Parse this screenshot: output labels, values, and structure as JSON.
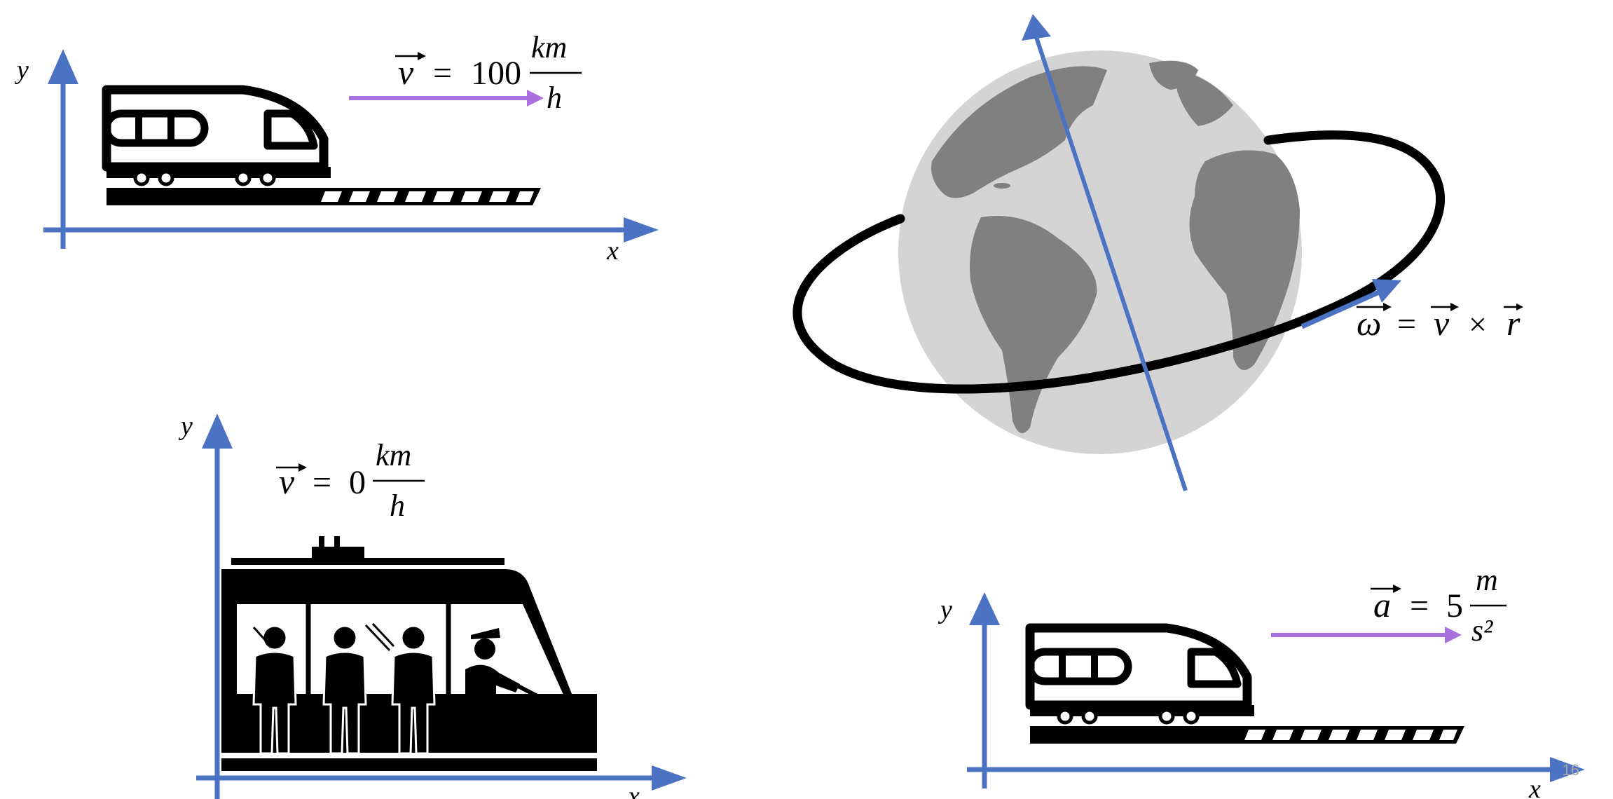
{
  "colors": {
    "axis": "#4c72c4",
    "vector_arrow": "#a970e0",
    "silhouette": "#000000",
    "earth_ocean": "#d4d4d4",
    "earth_land": "#808080"
  },
  "panel_top_left": {
    "axis_x_label": "x",
    "axis_y_label": "y",
    "icon": "high-speed-train-icon",
    "eq_symbol": "v",
    "eq_operator": "=",
    "eq_value": "100",
    "eq_unit_numerator": "km",
    "eq_unit_denominator": "h"
  },
  "panel_bottom_left": {
    "axis_x_label": "x",
    "axis_y_label": "y",
    "icon": "tram-with-passengers-icon",
    "eq_symbol": "v",
    "eq_operator": "=",
    "eq_value": "0",
    "eq_unit_numerator": "km",
    "eq_unit_denominator": "h"
  },
  "panel_earth": {
    "icon": "earth-globe-icon",
    "eq_lhs": "ω",
    "eq_operator": "=",
    "eq_term1": "v",
    "eq_cross": "×",
    "eq_term2": "r"
  },
  "panel_bottom_right": {
    "axis_x_label": "x",
    "axis_y_label": "y",
    "icon": "high-speed-train-icon",
    "eq_symbol": "a",
    "eq_operator": "=",
    "eq_value": "5",
    "eq_unit_numerator": "m",
    "eq_unit_denominator": "s²"
  },
  "slide_number": "16"
}
